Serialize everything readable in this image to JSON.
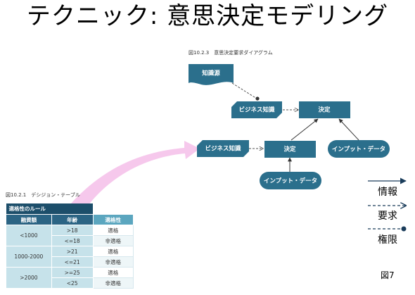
{
  "slide": {
    "title": "テクニック:  意思決定モデリング",
    "figure_label": "図7"
  },
  "drd": {
    "caption": "図10.2.3　意思決定要求ダイアグラム",
    "nodes": {
      "knowledge_source": "知識源",
      "bk_top": "ビジネス知識",
      "decision_top": "決定",
      "bk_left": "ビジネス知識",
      "decision_mid": "決定",
      "input_right": "インプット・データ",
      "input_bottom": "インプット・データ"
    },
    "colors": {
      "node": "#2b6f8c",
      "arrow_pink": "#f6c8ec"
    }
  },
  "legend": {
    "information": "情報",
    "requirement": "要求",
    "authority": "権限"
  },
  "decision_table": {
    "caption": "図10.2.1　デシジョン・テーブル",
    "name": "適格性のルール",
    "headers": [
      "融資額",
      "年齢",
      "適格性"
    ],
    "groups": [
      {
        "amount": "<1000",
        "rows": [
          {
            "age": ">18",
            "result": "適格"
          },
          {
            "age": "<=18",
            "result": "非適格"
          }
        ]
      },
      {
        "amount": "1000-2000",
        "rows": [
          {
            "age": ">21",
            "result": "適格"
          },
          {
            "age": "<=21",
            "result": "非適格"
          }
        ]
      },
      {
        "amount": ">2000",
        "rows": [
          {
            "age": ">=25",
            "result": "適格"
          },
          {
            "age": "<25",
            "result": "非適格"
          }
        ]
      }
    ]
  }
}
